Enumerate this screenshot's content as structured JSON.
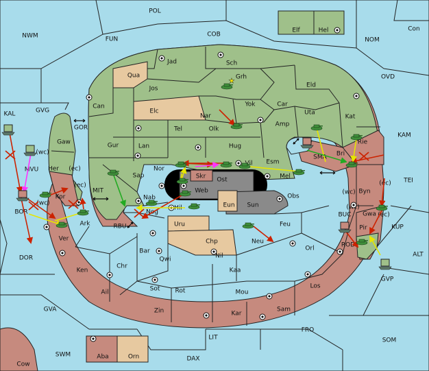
{
  "colors": {
    "sea": "#a8dceb",
    "green_power": "#9fc08a",
    "red_power": "#c68a7e",
    "neutral": "#e7c9a0",
    "grey_power": "#8a8a8a",
    "move_red": "#cc2200",
    "move_yellow": "#ffff33",
    "move_green": "#33cc33",
    "move_magenta": "#ff33ff",
    "unit_green": "#3f8f3a"
  },
  "sea_labels": {
    "POL": "POL",
    "NWM": "NWM",
    "FUN": "FUN",
    "COB": "COB",
    "NOM": "NOM",
    "Con": "Con",
    "OVD": "OVD",
    "KAL": "KAL",
    "GVG": "GVG",
    "GOR": "GOR",
    "KAM": "KAM",
    "TEI": "TEI",
    "MIT": "MIT",
    "SMA": "SMA",
    "RBU": "RBU",
    "BUC": "BUC",
    "KUP": "KUP",
    "ROD": "ROD",
    "ALT": "ALT",
    "DOR": "DOR",
    "GVP": "GVP",
    "GVA": "GVA",
    "FRO": "FRO",
    "LIT": "LIT",
    "SOM": "SOM",
    "SWM": "SWM",
    "DAX": "DAX",
    "Cow": "Cow"
  },
  "land_labels": {
    "Elf": "Elf",
    "Hel": "Hel",
    "Jad": "Jad",
    "Sch": "Sch",
    "Qua": "Qua",
    "Jos": "Jos",
    "Grh": "Grh",
    "Eld": "Eld",
    "Can": "Can",
    "Elc": "Elc",
    "Yok": "Yok",
    "Car": "Car",
    "Uta": "Uta",
    "Kat": "Kat",
    "Nar": "Nar",
    "Olk": "Olk",
    "Amp": "Amp",
    "Tel": "Tel",
    "Gaw": "Gaw",
    "Gur": "Gur",
    "Lan": "Lan",
    "Hug": "Hug",
    "Rie": "Rie",
    "Bri": "Bri",
    "Esm": "Esm",
    "Her": "Her",
    "Vil": "Vil",
    "Nor": "Nor",
    "Skr": "Skr",
    "Sap": "Sap",
    "Ost": "Ost",
    "Mel": "Mel",
    "Web": "Web",
    "Kor": "Kor",
    "Nab": "Nab",
    "Eun": "Eun",
    "Sun": "Sun",
    "Obs": "Obs",
    "Byn": "Byn",
    "Hil": "Hil",
    "Nog": "Nog",
    "BOR": "BOR",
    "MVU": "MVU",
    "Ark": "Ark",
    "Uru": "Uru",
    "Feu": "Feu",
    "Gwa": "Gwa",
    "Pir": "Pir",
    "Ver": "Ver",
    "Chp": "Chp",
    "Neu": "Neu",
    "Bar": "Bar",
    "Qwi": "Qwi",
    "Orl": "Orl",
    "Ken": "Ken",
    "Chr": "Chr",
    "Nil": "Nil",
    "Kaa": "Kaa",
    "Ail": "Ail",
    "Sot": "Sot",
    "Rot": "Rot",
    "Mou": "Mou",
    "Los": "Los",
    "Zin": "Zin",
    "Kar": "Kar",
    "Sam": "Sam",
    "Aba": "Aba",
    "Orn": "Orn"
  },
  "coast_tags": {
    "ec_her": "(ec)",
    "ec_kor": "(ec)",
    "wc_mvu": "(wc)",
    "wc_bor": "(wc)",
    "wc_byn": "(wc)",
    "ec_byn": "(ec)",
    "wc_gwa": "(wc)",
    "ec_gwa": "(ec)"
  },
  "icons": {
    "supply_center": "supply-center-icon",
    "army": "army-unit-icon",
    "fleet": "fleet-unit-icon",
    "convoy_arrow": "double-arrow-icon",
    "failed_move": "red-x-icon",
    "star": "star-icon"
  }
}
